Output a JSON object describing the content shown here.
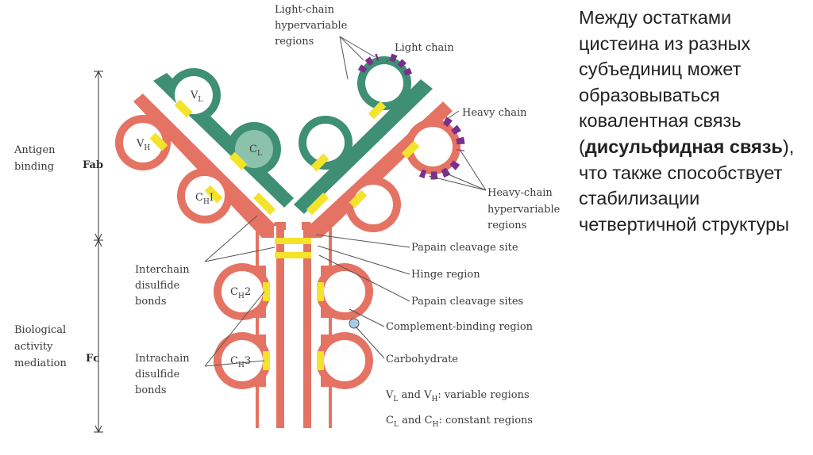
{
  "labels": {
    "light_hv": [
      "Light-chain",
      "hypervariable",
      "regions"
    ],
    "light_chain": "Light chain",
    "heavy_chain": "Heavy chain",
    "heavy_hv": [
      "Heavy-chain",
      "hypervariable",
      "regions"
    ],
    "papain_site": "Papain cleavage site",
    "hinge": "Hinge region",
    "papain_sites": "Papain cleavage sites",
    "complement": "Complement-binding region",
    "carbohydrate": "Carbohydrate",
    "interchain": [
      "Interchain",
      "disulfide",
      "bonds"
    ],
    "intrachain": [
      "Intrachain",
      "disulfide",
      "bonds"
    ],
    "antigen": [
      "Antigen",
      "binding"
    ],
    "biological": [
      "Biological",
      "activity",
      "mediation"
    ],
    "fab": "Fab",
    "fc": "Fc",
    "legend_variable": {
      "v": "V",
      "l": "L",
      "and": " and V",
      "h": "H",
      "rest": ": variable regions"
    },
    "legend_constant": {
      "c": "C",
      "l": "L",
      "and": " and C",
      "h": "H",
      "rest": ": constant regions"
    },
    "domains": {
      "vl": {
        "main": "V",
        "sub": "L"
      },
      "vh": {
        "main": "V",
        "sub": "H"
      },
      "cl": {
        "main": "C",
        "sub": "L"
      },
      "ch1": {
        "main": "C",
        "sub": "H",
        "suffix": "I"
      },
      "ch2": {
        "main": "C",
        "sub": "H",
        "suffix": "2"
      },
      "ch3": {
        "main": "C",
        "sub": "H",
        "suffix": "3"
      }
    }
  },
  "side_text": {
    "part1": "Между остатками цистеина из разных субъединиц может образовываться ковалентная связь (",
    "bold": "дисульфидная связь",
    "part2": "), что также способствует стабилизации четвертичной структуры"
  },
  "colors": {
    "heavy": "#e57363",
    "light": "#3e8f73",
    "light_inner": "#8cc2ac",
    "bond": "#f3e32a",
    "hv": "#7a2f8c",
    "carbohydrate": "#a9cbe8"
  }
}
